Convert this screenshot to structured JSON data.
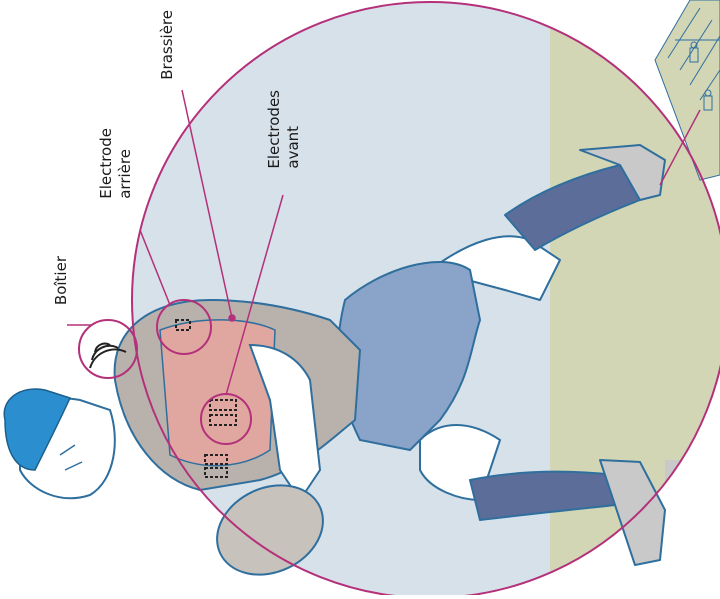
{
  "labels": {
    "boitier": "Boîtier",
    "electrode_arriere_line1": "Electrode",
    "electrode_arriere_line2": "arrière",
    "brassiere": "Brassière",
    "electrodes_avant_line1": "Electrodes",
    "electrodes_avant_line2": "avant"
  },
  "colors": {
    "accent_magenta": "#b4307a",
    "sky": "#d7e1ea",
    "field": "#d2d6b5",
    "jersey": "#b9b2ac",
    "shorts": "#8aa3c8",
    "socks": "#5d6d99",
    "skin": "#ffffff",
    "outline": "#2f6f9e",
    "hair": "#2b8fcf",
    "bra_pink": "#dfa7a0",
    "ball": "#c8c2bd"
  }
}
